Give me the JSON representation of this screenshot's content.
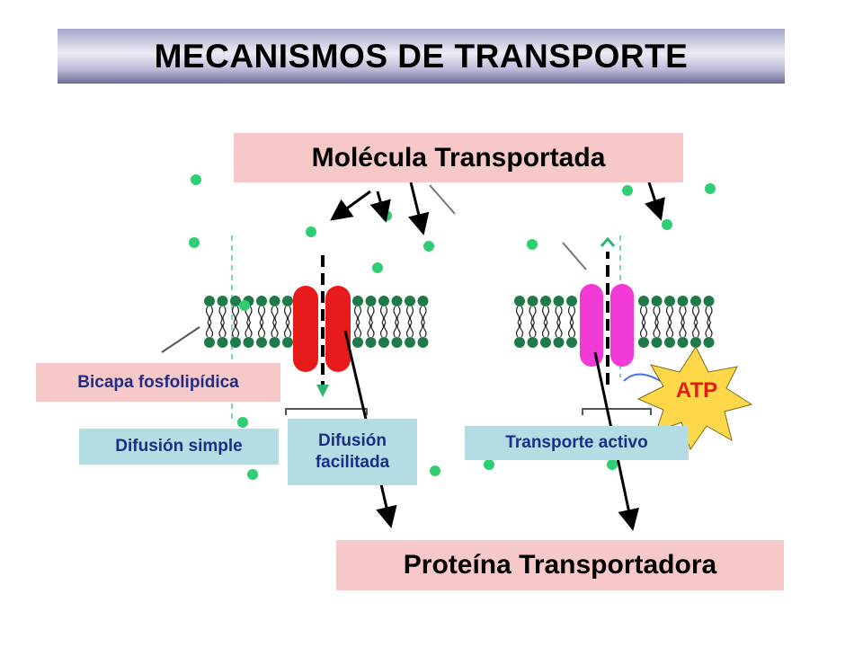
{
  "title": "MECANISMOS DE TRANSPORTE",
  "labels": {
    "molecule": "Molécula Transportada",
    "protein": "Proteína Transportadora",
    "bilayer": "Bicapa fosfolipídica",
    "simple_diffusion": "Difusión simple",
    "facilitated_diffusion_line1": "Difusión",
    "facilitated_diffusion_line2": "facilitada",
    "active_transport": "Transporte activo",
    "atp": "ATP"
  },
  "colors": {
    "label_pink": "#f7c8c8",
    "label_blue": "#b3dde2",
    "label_blue_text": "#1f2d86",
    "lipid_head": "#1f7a4a",
    "molecule_dot": "#2fce72",
    "channel_protein": "#e81b1b",
    "pump_protein": "#f23ad7",
    "atp_star": "#ffd84a",
    "atp_text": "#e01b10"
  }
}
